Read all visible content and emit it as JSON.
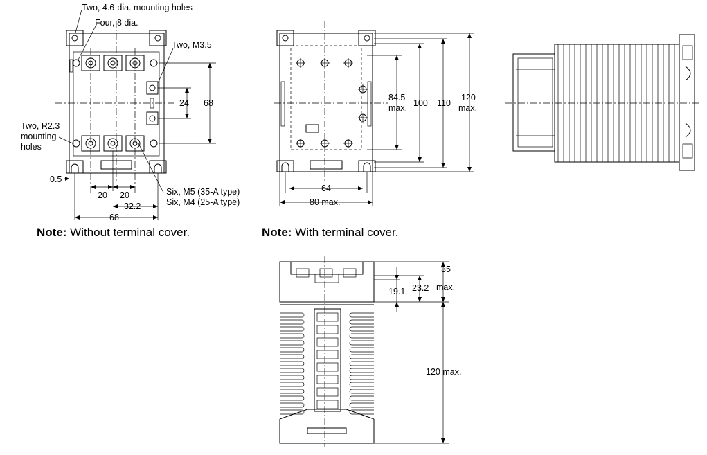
{
  "notes": {
    "front_bold": "Note:",
    "front_text": " Without terminal cover.",
    "cover_bold": "Note:",
    "cover_text": " With terminal cover."
  },
  "front_view": {
    "label_mount_holes": "Two, 4.6-dia. mounting holes",
    "label_four_8dia": "Four, 8 dia.",
    "label_two_m35": "Two, M3.5",
    "label_r23_line1": "Two, R2.3",
    "label_r23_line2": "mounting",
    "label_r23_line3": "holes",
    "label_six_m5": "Six, M5 (35-A type)",
    "label_six_m4": "Six, M4 (25-A type)",
    "dim_24": "24",
    "dim_68_v": "68",
    "dim_05": "0.5",
    "dim_20a": "20",
    "dim_20b": "20",
    "dim_322": "32.2",
    "dim_68_h": "68"
  },
  "cover_view": {
    "dim_845": "84.5",
    "dim_845_max": "max.",
    "dim_100": "100",
    "dim_110": "110",
    "dim_120": "120",
    "dim_120_max": "max.",
    "dim_64": "64",
    "dim_80max": "80 max."
  },
  "bottom_view": {
    "dim_35": "35",
    "dim_35_max": "max.",
    "dim_191": "19.1",
    "dim_232": "23.2",
    "dim_120max": "120 max."
  }
}
